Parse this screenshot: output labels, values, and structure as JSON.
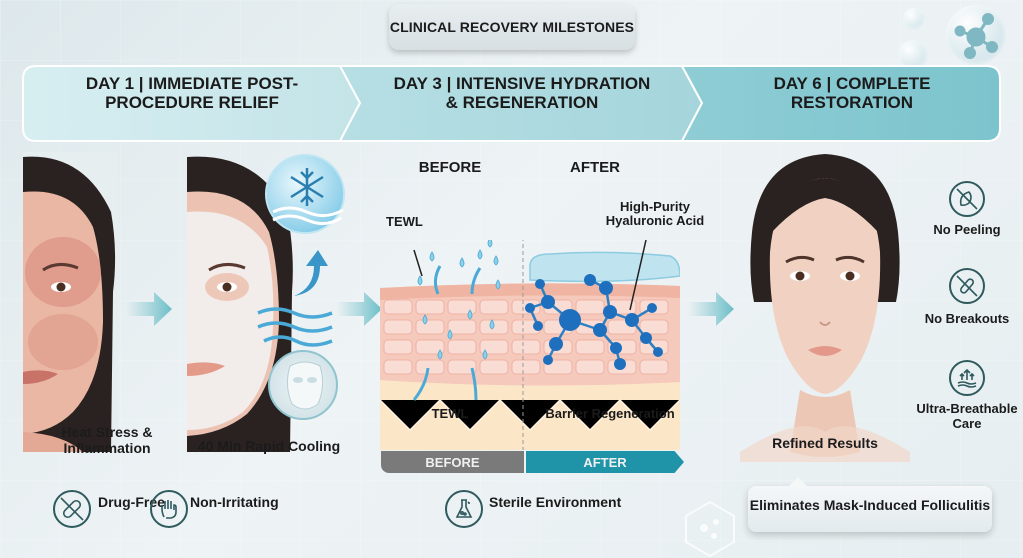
{
  "header": {
    "title": "CLINICAL RECOVERY MILESTONES"
  },
  "timeline": {
    "stages": [
      {
        "label_line1": "DAY 1 | IMMEDIATE POST-",
        "label_line2": "PROCEDURE RELIEF"
      },
      {
        "label_line1": "DAY 3 | INTENSIVE HYDRATION",
        "label_line2": "& REGENERATION"
      },
      {
        "label_line1": "DAY 6 | COMPLETE",
        "label_line2": "RESTORATION"
      }
    ]
  },
  "day1": {
    "inflamed_caption_line1": "Heat Stress &",
    "inflamed_caption_line2": "Inflammation",
    "cooling_caption": "40 Min Rapid Cooling"
  },
  "day3": {
    "before_heading": "BEFORE",
    "after_heading": "AFTER",
    "tewl_top_label": "TEWL",
    "tewl_bottom_label": "TEWL",
    "ha_label_line1": "High-Purity",
    "ha_label_line2": "Hyaluronic Acid",
    "barrier_label": "Barrier Regeneration",
    "before_bar": "BEFORE",
    "after_bar": "AFTER"
  },
  "day6": {
    "caption": "Refined Results",
    "benefits": [
      {
        "icon": "no-peeling-icon",
        "label_line1": "No Peeling",
        "label_line2": ""
      },
      {
        "icon": "no-breakouts-icon",
        "label_line1": "No Breakouts",
        "label_line2": ""
      },
      {
        "icon": "breathable-icon",
        "label_line1": "Ultra-Breathable",
        "label_line2": "Care"
      }
    ],
    "callout": "Eliminates Mask-Induced Folliculitis"
  },
  "features": [
    {
      "icon": "no-drug-icon",
      "label": "Drug-Free"
    },
    {
      "icon": "hand-icon",
      "label": "Non-Irritating"
    },
    {
      "icon": "flask-icon",
      "label": "Sterile Environment"
    }
  ],
  "colors": {
    "stage1": "#c9e6ea",
    "stage2": "#a8d7de",
    "stage3": "#82c8d1",
    "accent": "#1f93a8",
    "before_bar": "#7a7a7a",
    "icon_stroke": "#2f5a5e",
    "droplet": "#8fd0e6",
    "molecule": "#1f6fbf"
  }
}
